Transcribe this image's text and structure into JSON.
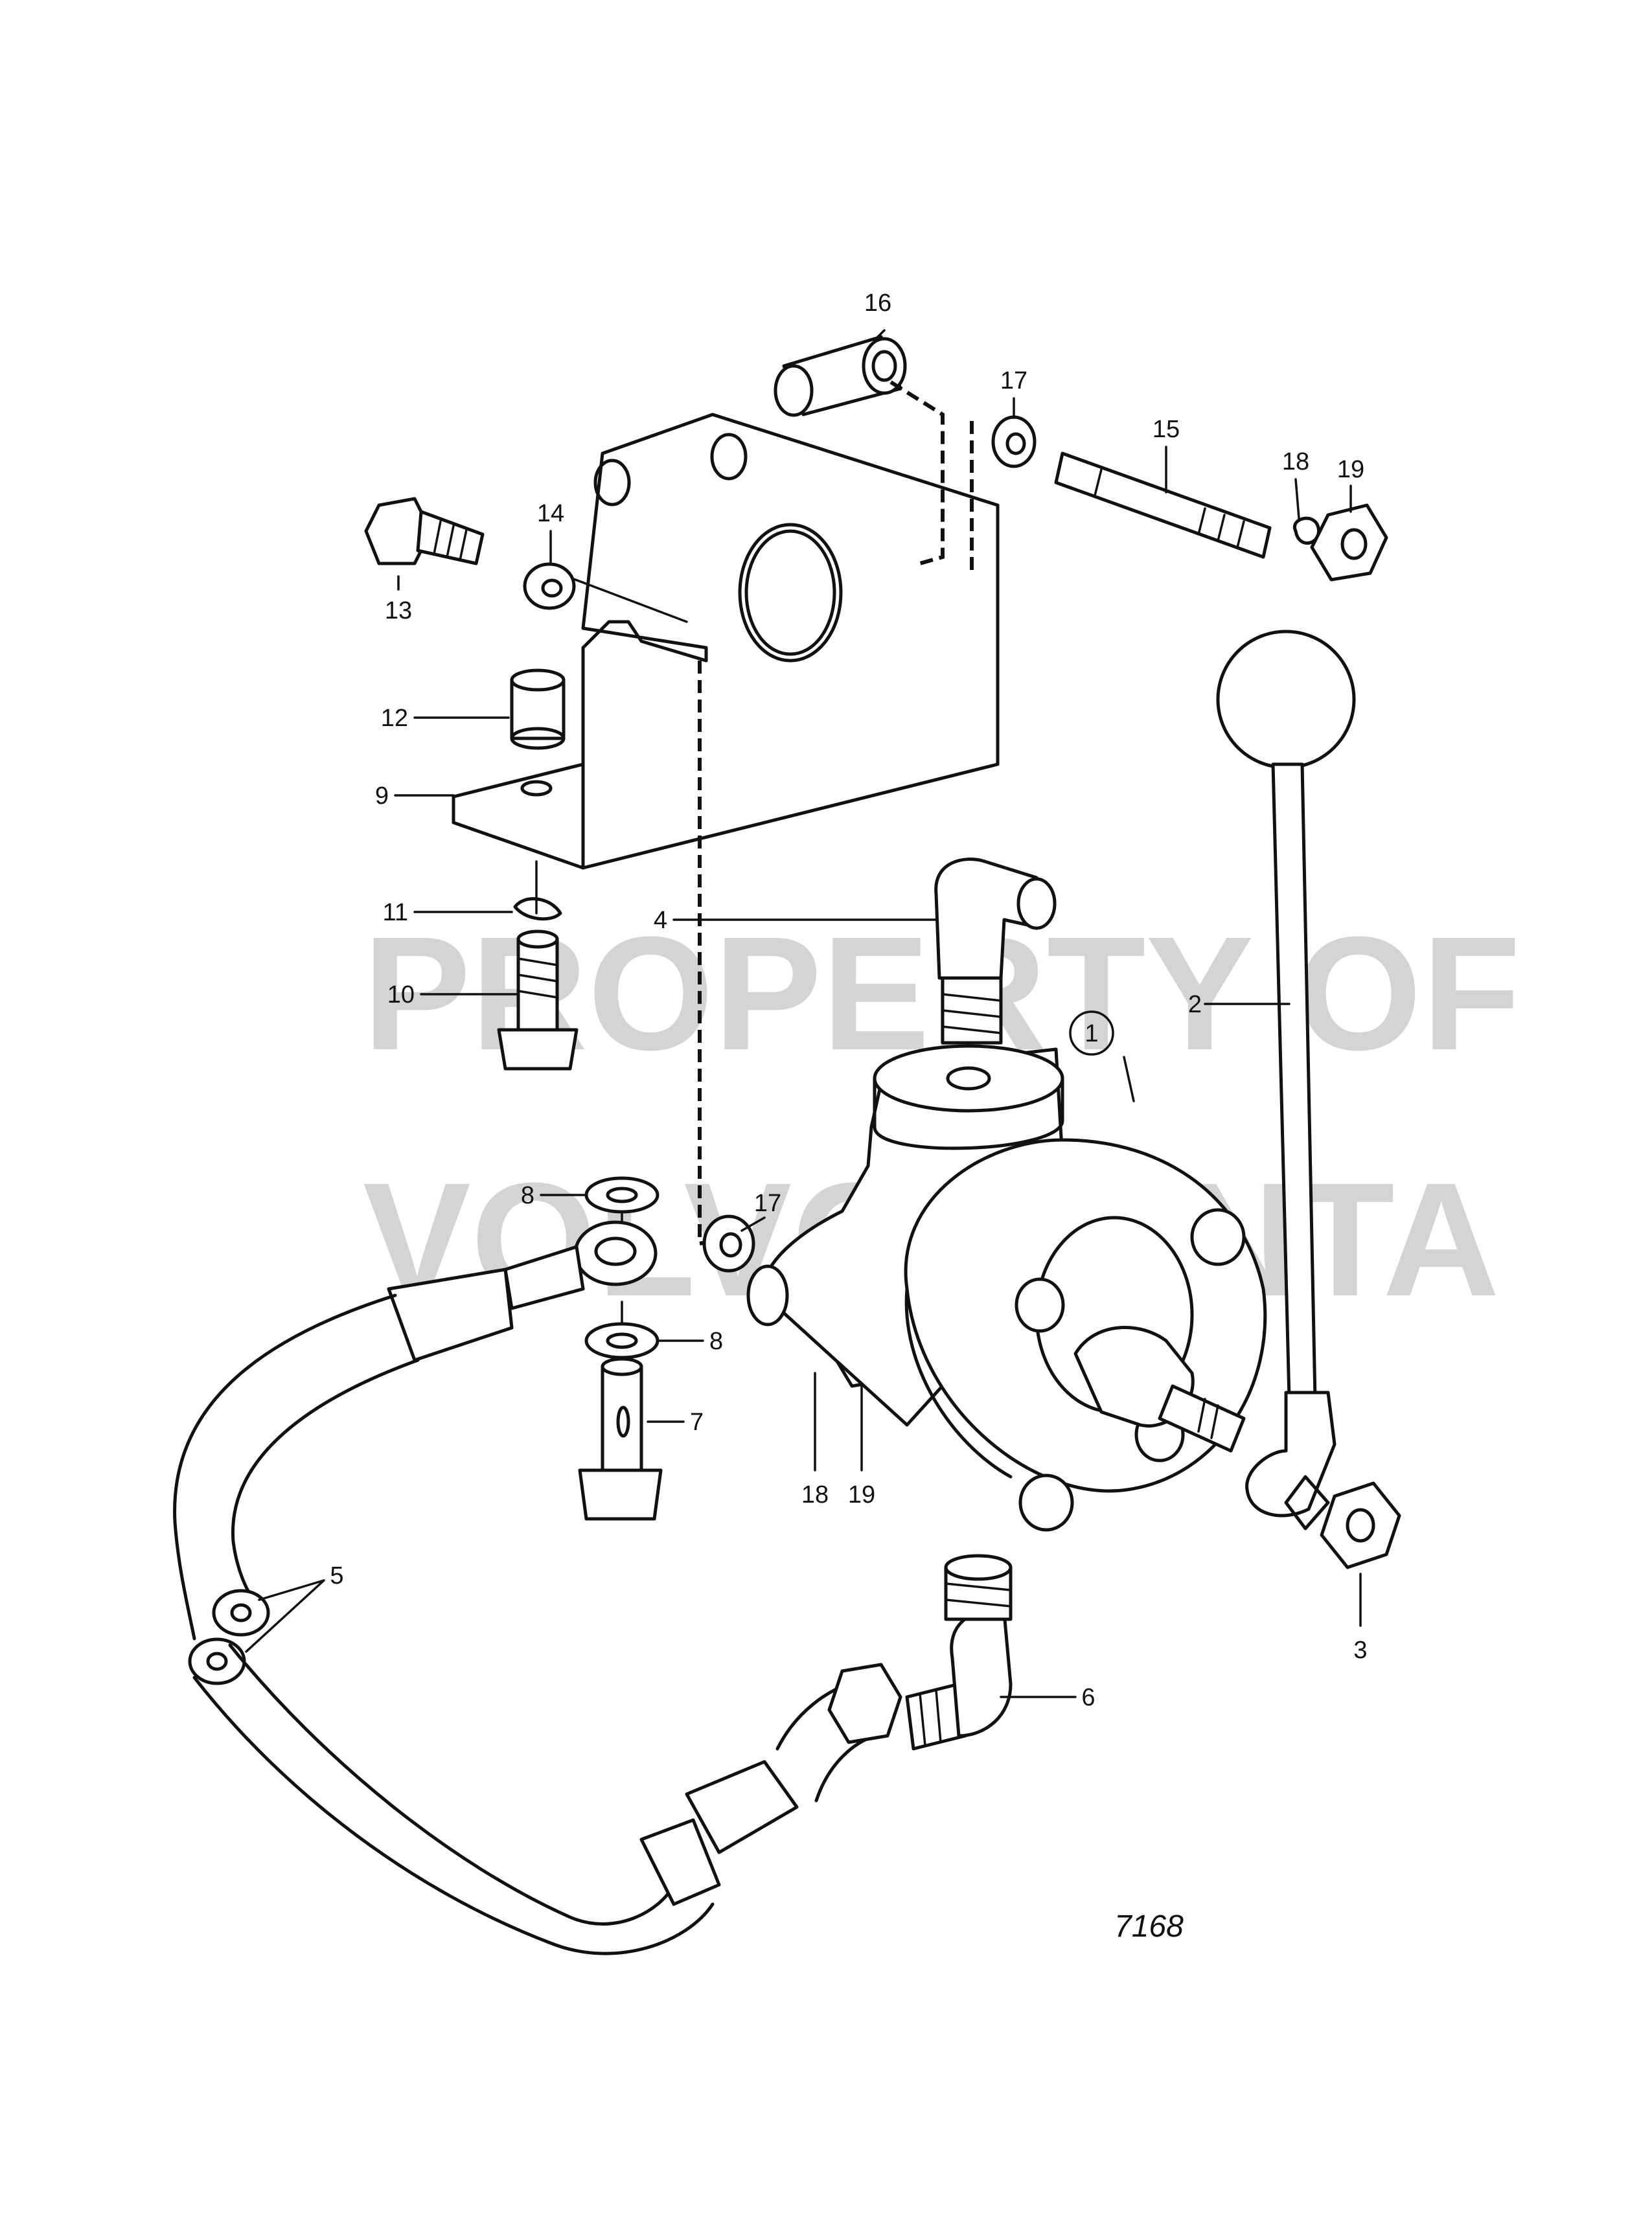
{
  "watermark": {
    "line1": "PROPERTY OF",
    "line2": "VOLVO PENTA"
  },
  "drawing_number": "7168",
  "callouts": {
    "c1": "1",
    "c2": "2",
    "c3": "3",
    "c4": "4",
    "c5": "5",
    "c6": "6",
    "c7": "7",
    "c8a": "8",
    "c8b": "8",
    "c9": "9",
    "c10": "10",
    "c11": "11",
    "c12": "12",
    "c13": "13",
    "c14": "14",
    "c15": "15",
    "c16": "16",
    "c17a": "17",
    "c17b": "17",
    "c18a": "18",
    "c18b": "18",
    "c19a": "19",
    "c19b": "19"
  }
}
